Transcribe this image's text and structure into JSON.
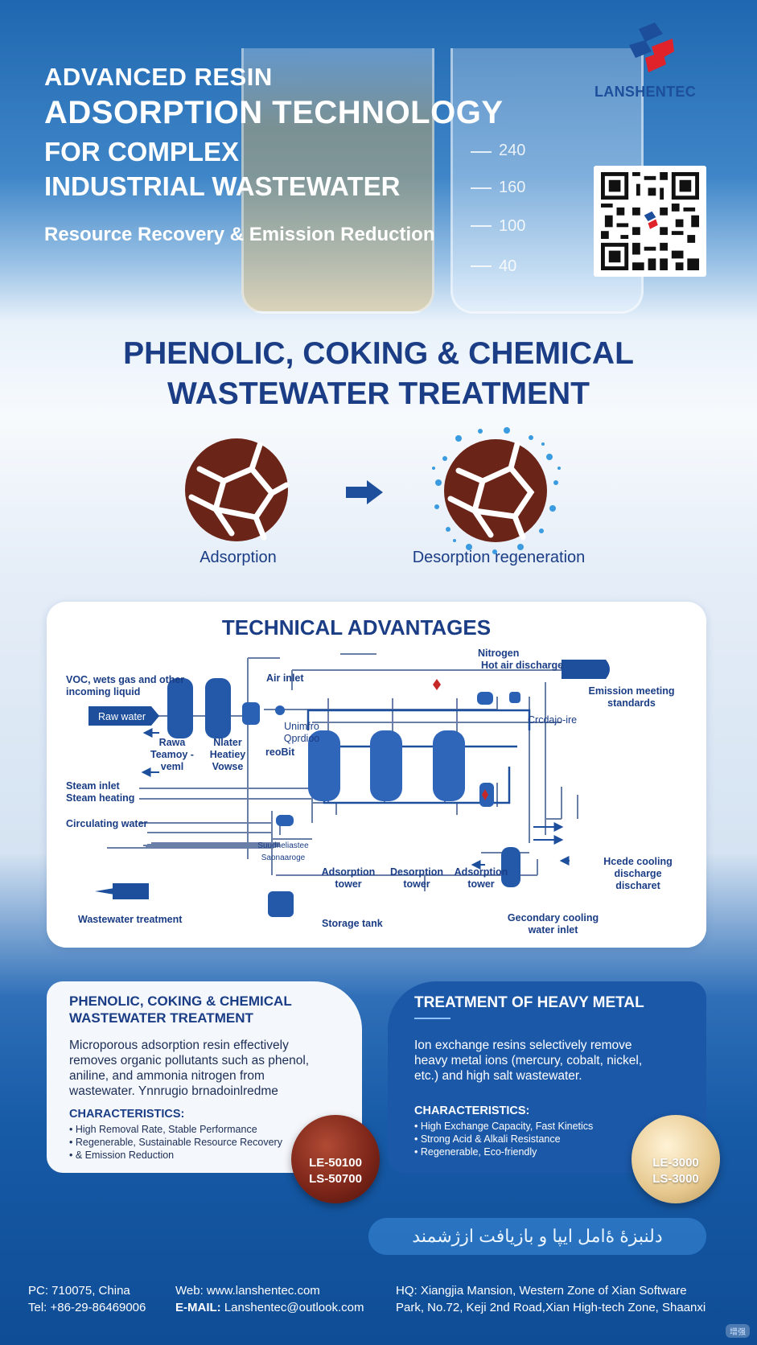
{
  "hero": {
    "line1": "ADVANCED RESIN",
    "line2": "ADSORPTION TECHNOLOGY",
    "line3": "FOR COMPLEX",
    "line4": "INDUSTRIAL WASTEWATER",
    "subtitle": "Resource Recovery & Emission Reduction",
    "beaker_marks": [
      "240",
      "160",
      "100",
      "40"
    ]
  },
  "brand": {
    "name": "LANSHENTEC",
    "colors": {
      "primary": "#1c4e9c",
      "accent": "#e0232b"
    }
  },
  "section_title": {
    "line1": "PHENOLIC, COKING & CHEMICAL",
    "line2": "WASTEWATER TREATMENT"
  },
  "process": {
    "left_label": "Adsorption",
    "right_label": "Desorption regeneration"
  },
  "advantages": {
    "title": "TECHNICAL ADVANTAGES",
    "labels": {
      "voc": "VOC, wets gas and other incoming liquid",
      "raw_water": "Raw water",
      "air_inlet": "Air inlet",
      "nitrogen": "Nitrogen",
      "hot_air": "Hot air discharge",
      "emission": "Emission meeting standards",
      "raw_tank": "Rawa Teamoy - veml",
      "water_tank": "Nlater Heatiey Vowse",
      "unclear1": "Unimfro Qprdioo",
      "unclear2": "reoBit",
      "unclear3": "Crcdajo-ire",
      "steam_inlet": "Steam inlet",
      "steam_heating": "Steam heating",
      "circulating": "Circulating water",
      "unclear4": "Suudneliastee Saonaaroge",
      "tower1": "Adsorption tower",
      "tower2": "Desorption tower",
      "tower3": "Adsorption tower",
      "cooling_discharge": "Hcede cooling discharge discharet",
      "wastewater": "Wastewater treatment",
      "storage": "Storage tank",
      "secondary_cooling": "Gecondary cooling water inlet"
    }
  },
  "card_left": {
    "title": "PHENOLIC, COKING & CHEMICAL WASTEWATER TREATMENT",
    "body": "Microporous adsorption resin effectively removes organic pollutants such as phenol, aniline, and ammonia nitrogen from wastewater. Ynnrugio brnadoinlredme",
    "char_heading": "CHARACTERISTICS:",
    "bullets": [
      "• High Removal Rate, Stable Performance",
      "• Regenerable, Sustainable Resource Recovery",
      "• & Emission Reduction"
    ],
    "product_1": "LE-50100",
    "product_2": "LS-50700"
  },
  "card_right": {
    "title": "TREATMENT OF HEAVY METAL",
    "body": "Ion exchange resins selectively remove heavy metal ions (mercury, cobalt, nickel, etc.) and high salt wastewater.",
    "char_heading": "CHARACTERISTICS:",
    "bullets": [
      "• High Exchange Capacity, Fast Kinetics",
      "• Strong Acid & Alkali Resistance",
      "• Regenerable, Eco-friendly"
    ],
    "product_1": "LE-3000",
    "product_2": "LS-3000"
  },
  "banner": "دلنبزۀ ۀامل ایپا و بازیافت ازژشمند",
  "footer": {
    "pc": "PC: 710075, China",
    "tel": "Tel: +86-29-86469006",
    "web": "Web: www.lanshentec.com",
    "email_label": "E-MAIL:",
    "email": "Lanshentec@outlook.com",
    "hq_line1": "HQ: Xiangjia Mansion, Western Zone of Xian Software",
    "hq_line2": "Park, No.72, Keji 2nd Road,Xian High-tech Zone, Shaanxi"
  },
  "watermark": "增强"
}
